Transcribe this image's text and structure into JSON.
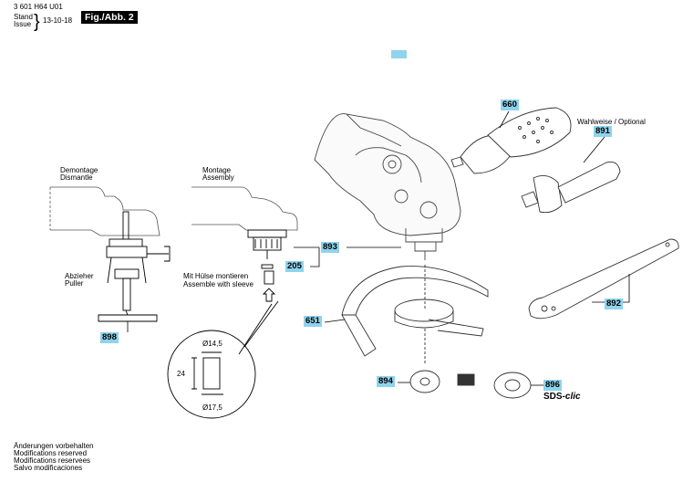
{
  "header": {
    "doc_number": "3 601 H64 U01",
    "stand_label": "Stand",
    "issue_label": "Issue",
    "date": "13-10-18",
    "figure_label": "Fig./Abb. 2"
  },
  "labels": {
    "demontage": "Demontage",
    "dismantle": "Dismantle",
    "montage": "Montage",
    "assembly": "Assembly",
    "abzieher": "Abzieher",
    "puller": "Puller",
    "mit_huelse": "Mit Hülse montieren",
    "assemble_sleeve": "Assemble with sleeve",
    "optional": "Wahlweise / Optional",
    "sds": "SDS-",
    "sds_clic": "clic"
  },
  "dimensions": {
    "top_dia": "Ø14,5",
    "height": "24",
    "bottom_dia": "Ø17,5"
  },
  "parts": {
    "p660": "660",
    "p891": "891",
    "p893": "893",
    "p205": "205",
    "p651": "651",
    "p892": "892",
    "p898": "898",
    "p894": "894",
    "p896": "896"
  },
  "footer": {
    "line1": "Änderungen vorbehalten",
    "line2": "Modifications reserved",
    "line3": "Modifications reservees",
    "line4": "Salvo modificaciones"
  },
  "colors": {
    "tag_bg": "#8fd3ec"
  }
}
